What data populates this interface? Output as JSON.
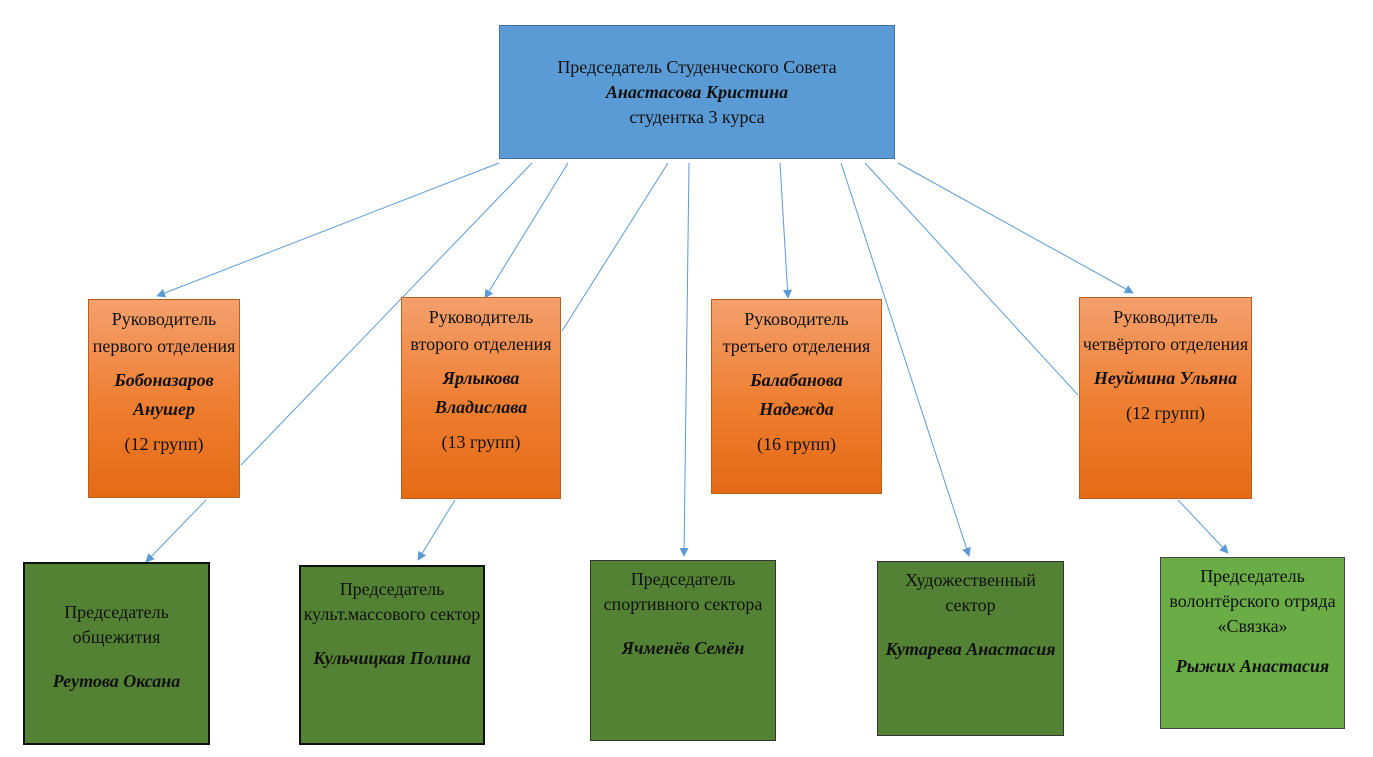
{
  "top": {
    "title": "Председатель Студенческого Совета",
    "name": "Анастасова Кристина",
    "subtitle": "студентка 3 курса"
  },
  "departments": [
    {
      "role": "Руководитель первого отделения",
      "name": "Бобоназаров Анушер",
      "groups": "(12 групп)"
    },
    {
      "role": "Руководитель второго отделения",
      "name": "Ярлыкова Владислава",
      "groups": "(13 групп)"
    },
    {
      "role": "Руководитель третьего отделения",
      "name": "Балабанова Надежда",
      "groups": "(16 групп)"
    },
    {
      "role": "Руководитель четвёртого отделения",
      "name": "Неуймина Ульяна",
      "groups": "(12 групп)"
    }
  ],
  "sectors": [
    {
      "role": "Председатель общежития",
      "name": "Реутова Оксана"
    },
    {
      "role": "Председатель культ.массового сектор",
      "name": "Кульчицкая Полина"
    },
    {
      "role": "Председатель спортивного сектора",
      "name": "Ячменёв Семён"
    },
    {
      "role": "Художественный сектор",
      "name": "Кутарева Анастасия"
    },
    {
      "role": "Председатель волонтёрского отряда «Связка»",
      "name": "Рыжих Анастасия"
    }
  ],
  "colors": {
    "top_fill": "#5b9bd5",
    "department_fill": "#ee7d2f",
    "sector_fill": "#548235",
    "volunteer_fill": "#6aac46",
    "connector": "#5b9bd5"
  }
}
